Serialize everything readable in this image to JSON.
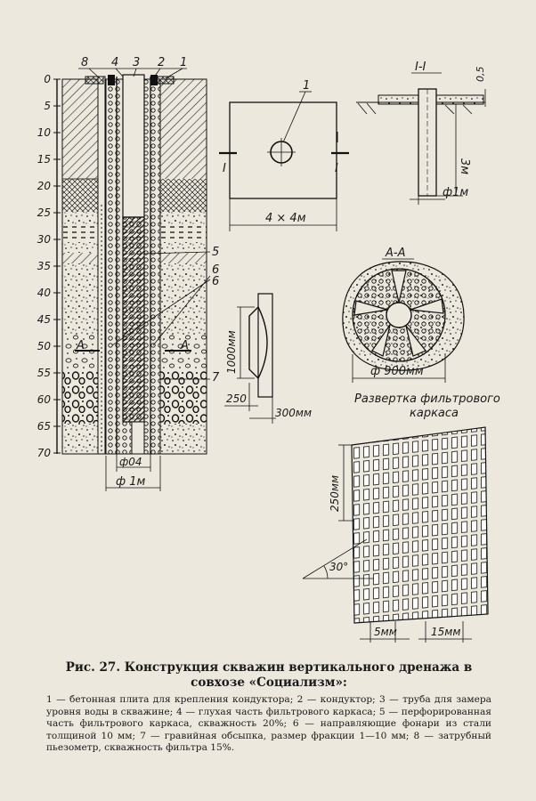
{
  "figure": {
    "section_label": "I-I",
    "depth_ticks": [
      "0",
      "5",
      "10",
      "15",
      "20",
      "25",
      "30",
      "35",
      "40",
      "45",
      "50",
      "55",
      "60",
      "65",
      "70"
    ],
    "section_markers": {
      "a_left": "A",
      "a_right": "A",
      "i_left": "I",
      "i_right": "I"
    },
    "top_callouts": [
      "8",
      "4",
      "3",
      "2",
      "1"
    ],
    "side_callouts": [
      "5",
      "6",
      "6",
      "7"
    ],
    "dims": {
      "phi04": "ф04",
      "phi1m_bottom": "ф 1м",
      "slab_width": "4 × 4м",
      "slab_callout": "1",
      "depth_3m": "3м",
      "phi1m_section": "ф1м",
      "slab_thickness": "0,5",
      "lantern_height": "1000мм",
      "lantern_250": "250",
      "lantern_300": "300мм",
      "aa_diameter": "ф 900мм",
      "mesh_height": "250мм",
      "angle": "30°",
      "mesh_5mm": "5мм",
      "mesh_15mm": "15мм"
    },
    "section_aa": "А-А",
    "unfold_title_line1": "Развертка фильтрового",
    "unfold_title_line2": "каркаса"
  },
  "caption": {
    "title": "Рис. 27. Конструкция скважин вертикального дренажа в совхозе «Социализм»:",
    "legend": "1 — бетонная плита для крепления кондуктора; 2 — кондуктор; 3 — труба для замера уровня воды в скважине; 4 — глухая часть фильтрового каркаса; 5 — перфорированная часть фильтрового каркаса, скважность 20%; 6 — направляющие фонари из стали толщиной 10 мм; 7 — гравийная обсыпка, размер фракции 1—10 мм; 8 — затрубный пьезометр, скважность фильтра 15%."
  }
}
